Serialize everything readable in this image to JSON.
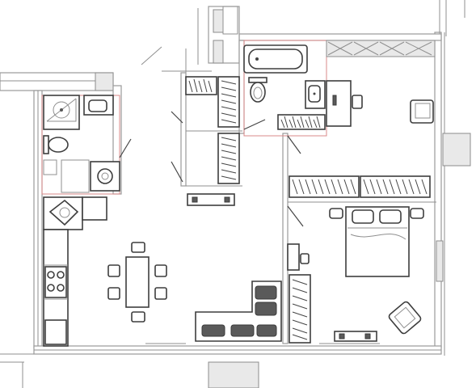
{
  "plan": {
    "symbols": {
      "fridge_mark": "*"
    },
    "colors": {
      "walls": "#9a9a9a",
      "furniture": "#3d3d3d",
      "bathroom_outline": "#d88a8a",
      "background": "#ffffff"
    },
    "rooms": [
      "living-kitchen",
      "bathroom",
      "shower-room",
      "hallway",
      "bedroom"
    ],
    "icons": [
      "bathtub-icon",
      "toilet-icon",
      "sink-icon",
      "shower-icon",
      "washing-machine-icon",
      "stove-icon",
      "fridge-icon",
      "dining-table-icon",
      "chair-icon",
      "sofa-icon",
      "bed-icon",
      "armchair-icon",
      "desk-icon",
      "wardrobe-icon",
      "tv-icon"
    ]
  }
}
